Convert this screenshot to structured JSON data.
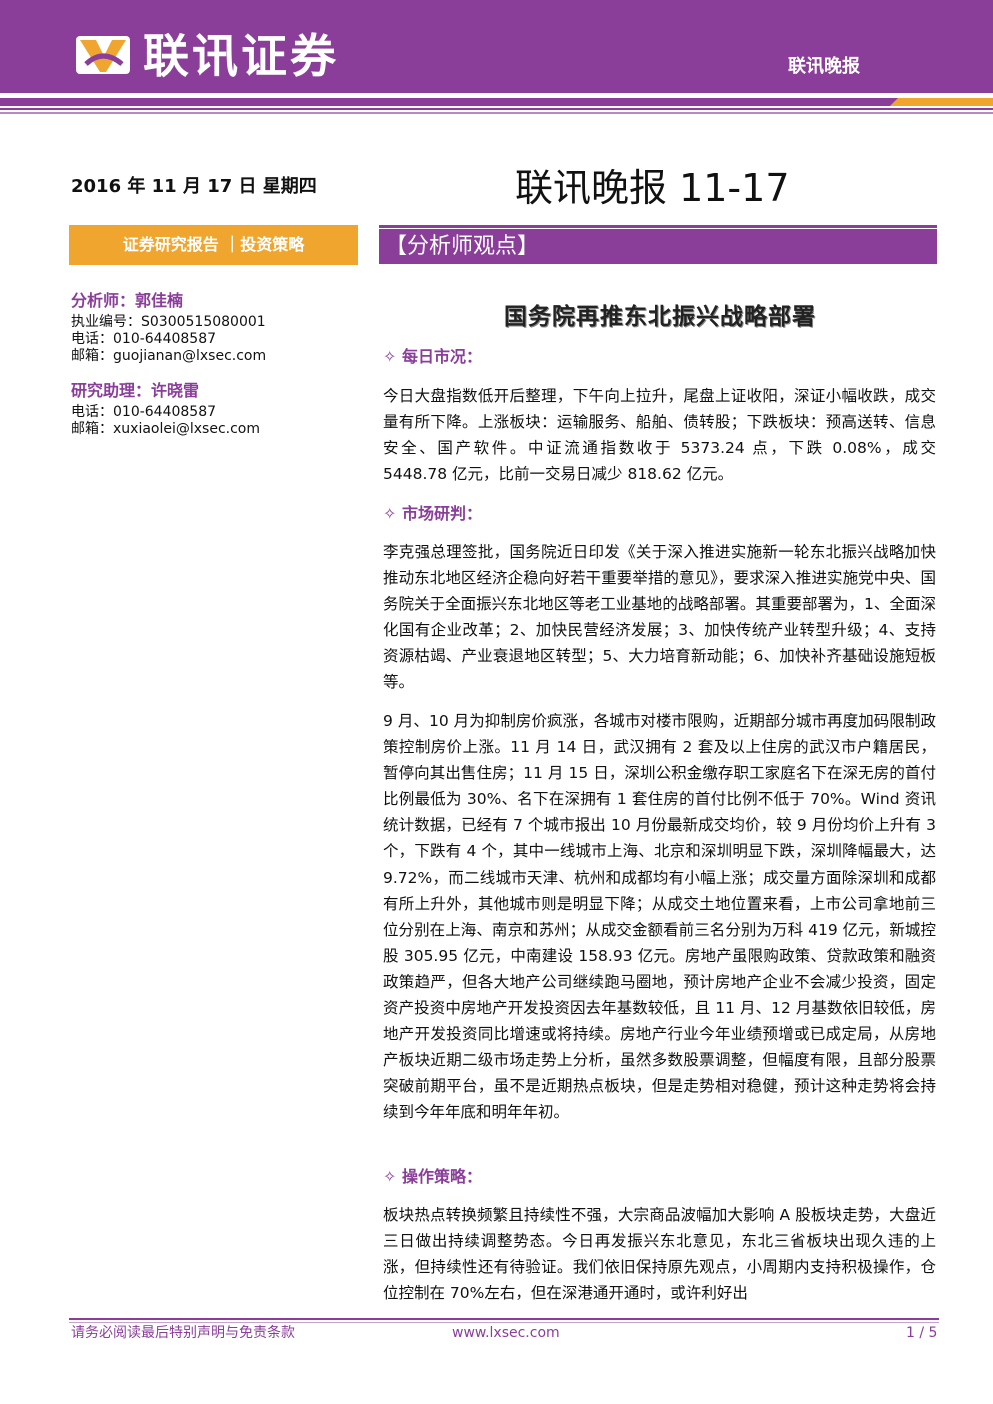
{
  "header": {
    "logo_text": "联讯证券",
    "right_label": "联讯晚报"
  },
  "doc": {
    "date": "2016 年 11 月 17 日 星期四",
    "title": "联讯晚报 11-17",
    "category": "证券研究报告 ｜投资策略",
    "section": "【分析师观点】",
    "headline": "国务院再推东北振兴战略部署"
  },
  "analyst": {
    "label": "分析师：郭佳楠",
    "cert": "执业编号：S0300515080001",
    "phone": "电话：010-64408587",
    "email": "邮箱：guojianan@lxsec.com"
  },
  "assistant": {
    "label": "研究助理：许晓雷",
    "phone": "电话：010-64408587",
    "email": "邮箱：xuxiaolei@lxsec.com"
  },
  "sections": {
    "market_head": "✧ 每日市况：",
    "market_p1": "今日大盘指数低开后整理，下午向上拉升，尾盘上证收阳，深证小幅收跌，成交量有所下降。上涨板块：运输服务、船舶、债转股；下跌板块：预高送转、信息安全、国产软件。中证流通指数收于 5373.24 点，下跌 0.08%，成交 5448.78 亿元，比前一交易日减少 818.62 亿元。",
    "judge_head": "✧ 市场研判：",
    "judge_p1": "李克强总理签批，国务院近日印发《关于深入推进实施新一轮东北振兴战略加快推动东北地区经济企稳向好若干重要举措的意见》，要求深入推进实施党中央、国务院关于全面振兴东北地区等老工业基地的战略部署。其重要部署为，1、全面深化国有企业改革；2、加快民营经济发展；3、加快传统产业转型升级；4、支持资源枯竭、产业衰退地区转型；5、大力培育新动能；6、加快补齐基础设施短板等。",
    "judge_p2": "9 月、10 月为抑制房价疯涨，各城市对楼市限购，近期部分城市再度加码限制政策控制房价上涨。11 月 14 日，武汉拥有 2 套及以上住房的武汉市户籍居民，暂停向其出售住房；11 月 15 日，深圳公积金缴存职工家庭名下在深无房的首付比例最低为 30%、名下在深拥有 1 套住房的首付比例不低于 70%。Wind 资讯统计数据，已经有 7 个城市报出 10 月份最新成交均价，较 9 月份均价上升有 3 个，下跌有 4 个，其中一线城市上海、北京和深圳明显下跌，深圳降幅最大，达 9.72%，而二线城市天津、杭州和成都均有小幅上涨；成交量方面除深圳和成都有所上升外，其他城市则是明显下降；从成交土地位置来看，上市公司拿地前三位分别在上海、南京和苏州；从成交金额看前三名分别为万科 419 亿元，新城控股 305.95 亿元，中南建设 158.93 亿元。房地产虽限购政策、贷款政策和融资政策趋严，但各大地产公司继续跑马圈地，预计房地产企业不会减少投资，固定资产投资中房地产开发投资因去年基数较低，且 11 月、12 月基数依旧较低，房地产开发投资同比增速或将持续。房地产行业今年业绩预增或已成定局，从房地产板块近期二级市场走势上分析，虽然多数股票调整，但幅度有限，且部分股票突破前期平台，虽不是近期热点板块，但是走势相对稳健，预计这种走势将会持续到今年年底和明年年初。",
    "strategy_head": "✧ 操作策略：",
    "strategy_p1": "板块热点转换频繁且持续性不强，大宗商品波幅加大影响 A 股板块走势，大盘近三日做出持续调整势态。今日再发振兴东北意见，东北三省板块出现久违的上涨，但持续性还有待验证。我们依旧保持原先观点，小周期内支持积极操作，仓位控制在 70%左右，但在深港通开通时，或许利好出"
  },
  "footer": {
    "disclaimer": "请务必阅读最后特别声明与免责条款",
    "url": "www.lxsec.com",
    "page": "1 / 5"
  },
  "colors": {
    "brand_purple": "#8a3e9a",
    "accent_orange": "#f0a62e"
  }
}
